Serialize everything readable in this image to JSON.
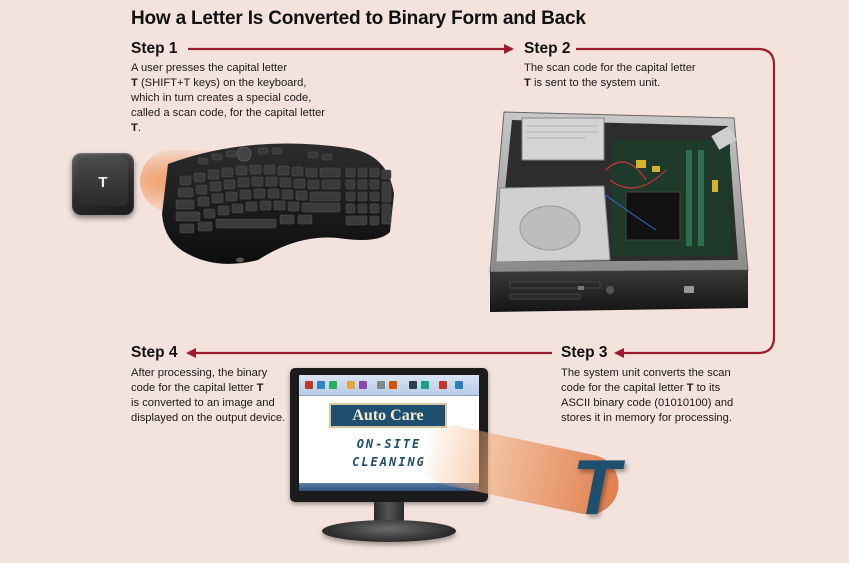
{
  "title": "How a Letter Is Converted to Binary Form and Back",
  "steps": [
    {
      "heading": "Step 1",
      "lines": [
        "A user presses the capital letter",
        "(SHIFT+T keys) on the keyboard,",
        "which in turn creates a special code,",
        "called a scan code, for the capital letter"
      ],
      "bold_letter": "T",
      "end_punct": "."
    },
    {
      "heading": "Step 2",
      "lines": [
        "The scan code for the capital letter",
        "is sent to the system unit."
      ]
    },
    {
      "heading": "Step 3",
      "lines": [
        "The system unit converts the scan",
        "code for the capital letter",
        "to its",
        "ASCII binary code (01010100) and",
        "stores it in memory for processing."
      ]
    },
    {
      "heading": "Step 4",
      "lines": [
        "After processing, the binary",
        "code for the capital letter",
        "is converted to an image and",
        "displayed on the output device."
      ]
    }
  ],
  "key_label": "T",
  "output_letter": "T",
  "screen": {
    "sign_line1": "Auto Care",
    "sign_line2a": "ON-SITE",
    "sign_line2b": "CLEANING"
  },
  "colors": {
    "background": "#f3e3dc",
    "arrow": "#9b1b30",
    "letter_blue": "#1f4f6e"
  },
  "icons": [
    "keyboard-key-icon",
    "keyboard-icon",
    "system-unit-icon",
    "monitor-icon"
  ]
}
